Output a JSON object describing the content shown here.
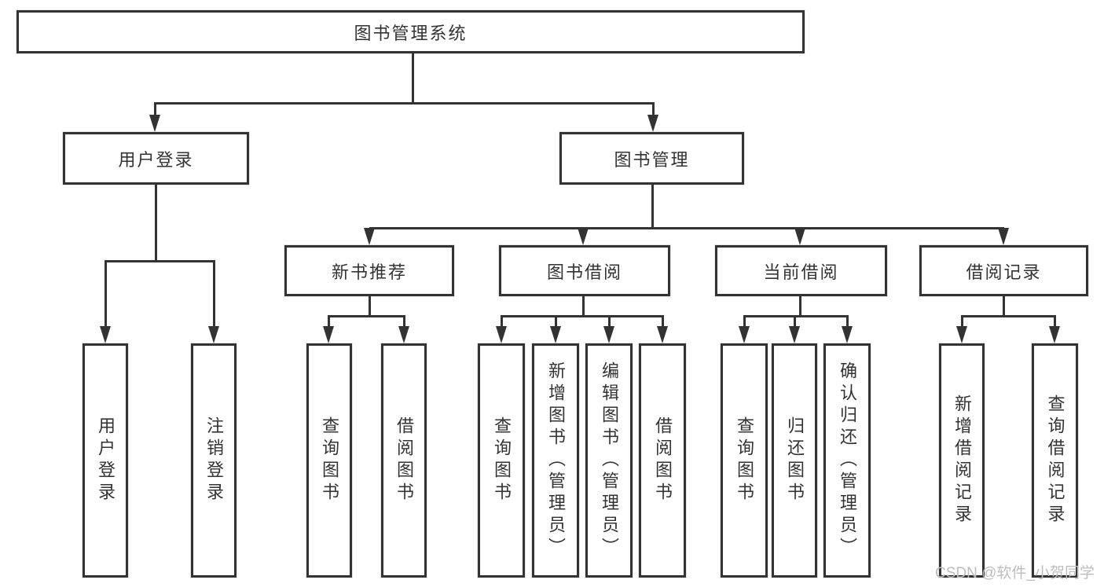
{
  "tree": {
    "label": "图书管理系统",
    "children": [
      {
        "label": "用户登录",
        "children": [
          {
            "label": "用户登录"
          },
          {
            "label": "注销登录"
          }
        ]
      },
      {
        "label": "图书管理",
        "children": [
          {
            "label": "新书推荐",
            "children": [
              {
                "label": "查询图书"
              },
              {
                "label": "借阅图书"
              }
            ]
          },
          {
            "label": "图书借阅",
            "children": [
              {
                "label": "查询图书"
              },
              {
                "label": "新增图书（管理员）"
              },
              {
                "label": "编辑图书（管理员）"
              },
              {
                "label": "借阅图书"
              }
            ]
          },
          {
            "label": "当前借阅",
            "children": [
              {
                "label": "查询图书"
              },
              {
                "label": "归还图书"
              },
              {
                "label": "确认归还（管理员）"
              }
            ]
          },
          {
            "label": "借阅记录",
            "children": [
              {
                "label": "新增借阅记录"
              },
              {
                "label": "查询借阅记录"
              }
            ]
          }
        ]
      }
    ]
  },
  "watermark": "CSDN @软件_小贺同学",
  "colors": {
    "line": "#333333",
    "background": "#ffffff",
    "text": "#333333",
    "watermark": "#bdbdbd"
  }
}
